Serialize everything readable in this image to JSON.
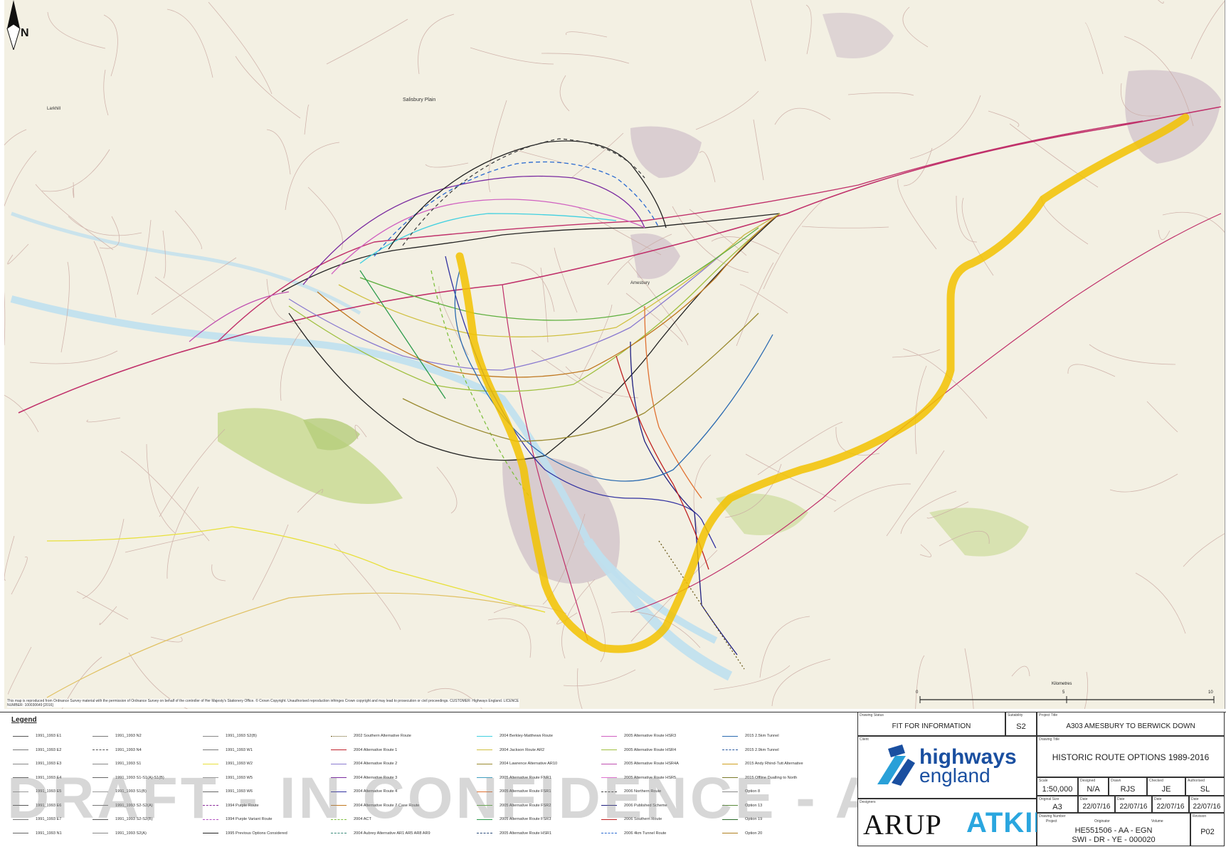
{
  "map": {
    "north_label": "N",
    "copyright": "This map is reproduced from Ordnance Survey material with the permission of Ordnance Survey on behalf of the controller of Her Majesty's Stationery Office. © Crown Copyright. Unauthorised reproduction infringes Crown copyright and may lead to prosecution or civil proceedings. CUSTOMER: Highways England. LICENCE NUMBER: 100030649 [2016]",
    "place_labels": [
      {
        "id": "salisbury-plain",
        "text": "Salisbury Plain"
      },
      {
        "id": "larkhill",
        "text": "Larkhill"
      },
      {
        "id": "amesbury",
        "text": "Amesbury"
      },
      {
        "id": "kilometres",
        "text": "Kilometres"
      }
    ],
    "scale_bar": {
      "start": "0",
      "mid": "5",
      "end": "10"
    },
    "colors": {
      "preferred_route": "#f2c200",
      "base": "#f3f0e3",
      "water": "#bfe0ee",
      "woodland": "#c7d98f",
      "town": "#c9b8c5"
    }
  },
  "legend": {
    "title": "Legend",
    "columns": [
      [
        {
          "label": "1991_1993 E1",
          "color": "#555555",
          "dash": "solid"
        },
        {
          "label": "1991_1993 E2",
          "color": "#777777",
          "dash": "solid"
        },
        {
          "label": "1991_1993 E3",
          "color": "#888888",
          "dash": "solid"
        },
        {
          "label": "1991_1993 E4",
          "color": "#666666",
          "dash": "solid"
        },
        {
          "label": "1991_1993 E5",
          "color": "#999999",
          "dash": "solid"
        },
        {
          "label": "1991_1993 E6",
          "color": "#555555",
          "dash": "solid"
        },
        {
          "label": "1991_1993 E7",
          "color": "#777777",
          "dash": "solid"
        },
        {
          "label": "1991_1993 N1",
          "color": "#666666",
          "dash": "solid"
        }
      ],
      [
        {
          "label": "1991_1993 N2",
          "color": "#777777",
          "dash": "solid"
        },
        {
          "label": "1991_1993 N4",
          "color": "#555555",
          "dash": "dash"
        },
        {
          "label": "1991_1993 S1",
          "color": "#888888",
          "dash": "solid"
        },
        {
          "label": "1991_1993 S1-S1(A)-S1(B)",
          "color": "#666666",
          "dash": "solid"
        },
        {
          "label": "1991_1993 S1(B)",
          "color": "#999999",
          "dash": "solid"
        },
        {
          "label": "1991_1993 S2-S2(A)",
          "color": "#777777",
          "dash": "solid"
        },
        {
          "label": "1991_1993 S2-S2(B)",
          "color": "#555555",
          "dash": "solid"
        },
        {
          "label": "1991_1993 S2(A)",
          "color": "#888888",
          "dash": "solid"
        }
      ],
      [
        {
          "label": "1991_1993 S2(B)",
          "color": "#888888",
          "dash": "solid"
        },
        {
          "label": "1991_1993 W1",
          "color": "#777777",
          "dash": "solid"
        },
        {
          "label": "1991_1993 W2",
          "color": "#e8e03a",
          "dash": "solid"
        },
        {
          "label": "1991_1993 W5",
          "color": "#999999",
          "dash": "solid"
        },
        {
          "label": "1991_1993 W6",
          "color": "#666666",
          "dash": "solid"
        },
        {
          "label": "1994 Purple Route",
          "color": "#8a2a9a",
          "dash": "dash"
        },
        {
          "label": "1994 Purple Variant Route",
          "color": "#b050c0",
          "dash": "dash"
        },
        {
          "label": "1995 Previous Options Considered",
          "color": "#222222",
          "dash": "solid"
        }
      ],
      [
        {
          "label": "2002 Southern Alternative Route",
          "color": "#6b5a1a",
          "dash": "dot"
        },
        {
          "label": "2004 Alternative Route 1",
          "color": "#c0202a",
          "dash": "solid"
        },
        {
          "label": "2004 Alternative Route 2",
          "color": "#8a7ad0",
          "dash": "solid"
        },
        {
          "label": "2004 Alternative Route 3",
          "color": "#7a2aa0",
          "dash": "solid"
        },
        {
          "label": "2004 Alternative Route 4",
          "color": "#3030a0",
          "dash": "solid"
        },
        {
          "label": "2004 Alternative Route 7 Case Route",
          "color": "#c07820",
          "dash": "solid"
        },
        {
          "label": "2004 ACT",
          "color": "#80c040",
          "dash": "dash"
        },
        {
          "label": "2004 Aubrey Alternative AR1 AR5 AR8 AR9",
          "color": "#3a8a7a",
          "dash": "dash"
        }
      ],
      [
        {
          "label": "2004 Berkley-Matthews Route",
          "color": "#40d0e0",
          "dash": "solid"
        },
        {
          "label": "2004 Jackson Route AR2",
          "color": "#d0c040",
          "dash": "solid"
        },
        {
          "label": "2004 Lawrence Alternative AR10",
          "color": "#9a8a30",
          "dash": "solid"
        },
        {
          "label": "2005 Alternative Route FNR1",
          "color": "#40a0c0",
          "dash": "solid"
        },
        {
          "label": "2005 Alternative Route FSR1",
          "color": "#e07030",
          "dash": "solid"
        },
        {
          "label": "2005 Alternative Route FSR2",
          "color": "#60b040",
          "dash": "solid"
        },
        {
          "label": "2005 Alternative Route FSR3",
          "color": "#2a9a4a",
          "dash": "solid"
        },
        {
          "label": "2005 Alternative Route HSR1",
          "color": "#2a4a7a",
          "dash": "dash"
        }
      ],
      [
        {
          "label": "2005 Alternative Route HSR3",
          "color": "#d060c0",
          "dash": "solid"
        },
        {
          "label": "2005 Alternative Route HSR4",
          "color": "#a0c040",
          "dash": "solid"
        },
        {
          "label": "2005 Alternative Route HSR4A",
          "color": "#c050b0",
          "dash": "solid"
        },
        {
          "label": "2005 Alternative Route HSR5",
          "color": "#e070d0",
          "dash": "solid"
        },
        {
          "label": "2006 Northern Route",
          "color": "#444444",
          "dash": "dash"
        },
        {
          "label": "2006 Published Scheme",
          "color": "#202080",
          "dash": "solid"
        },
        {
          "label": "2006 Southern Route",
          "color": "#c02020",
          "dash": "solid"
        },
        {
          "label": "2006 4km Tunnel Route",
          "color": "#2a6ad0",
          "dash": "dash"
        }
      ],
      [
        {
          "label": "2015 2.5km Tunnel",
          "color": "#2a6ab0",
          "dash": "solid"
        },
        {
          "label": "2015 2.9km Tunnel",
          "color": "#2a5aa0",
          "dash": "dash"
        },
        {
          "label": "2015 Andy Rhind-Tutt Alternative",
          "color": "#d0a020",
          "dash": "solid"
        },
        {
          "label": "2015 Offline Dualling to North",
          "color": "#7a7a2a",
          "dash": "solid"
        },
        {
          "label": "Option 8",
          "color": "#888888",
          "dash": "solid"
        },
        {
          "label": "Option 13",
          "color": "#5a8a3a",
          "dash": "solid"
        },
        {
          "label": "Option 19",
          "color": "#2a6a2a",
          "dash": "solid"
        },
        {
          "label": "Option 20",
          "color": "#b08020",
          "dash": "solid"
        }
      ]
    ]
  },
  "watermark": "DRAFT - IN CONFIDENCE - AR-T",
  "title_block": {
    "drawing_status_label": "Drawing Status",
    "drawing_status": "FIT FOR INFORMATION",
    "suitability_label": "Suitability",
    "suitability": "S2",
    "project_title_label": "Project Title",
    "project_title": "A303 AMESBURY TO BERWICK DOWN",
    "client_label": "Client",
    "drawing_title_label": "Drawing Title",
    "drawing_title": "HISTORIC ROUTE OPTIONS 1989-2016",
    "client_logo_line1": "highways",
    "client_logo_line2": "england",
    "designers_label": "Designers",
    "designer1": "ARUP",
    "designer2": "ATKINS",
    "scale_label": "Scale",
    "scale": "1:50,000",
    "designed_label": "Designed",
    "designed": "N/A",
    "drawn_label": "Drawn",
    "drawn": "RJS",
    "checked_label": "Checked",
    "checked": "JE",
    "authorised_label": "Authorised",
    "authorised": "SL",
    "original_size_label": "Original Size",
    "original_size": "A3",
    "date_label": "Date",
    "date1": "22/07/16",
    "date2": "22/07/16",
    "date3": "22/07/16",
    "date4": "22/07/16",
    "drawing_number_label": "Drawing Number",
    "project_label": "Project",
    "originator_label": "Originator",
    "volume_label": "Volume",
    "drawing_number_line1": "HE551506 - AA - EGN",
    "drawing_number_line2": "SWI - DR - YE - 000020",
    "revision_label": "Revision",
    "revision": "P02"
  }
}
